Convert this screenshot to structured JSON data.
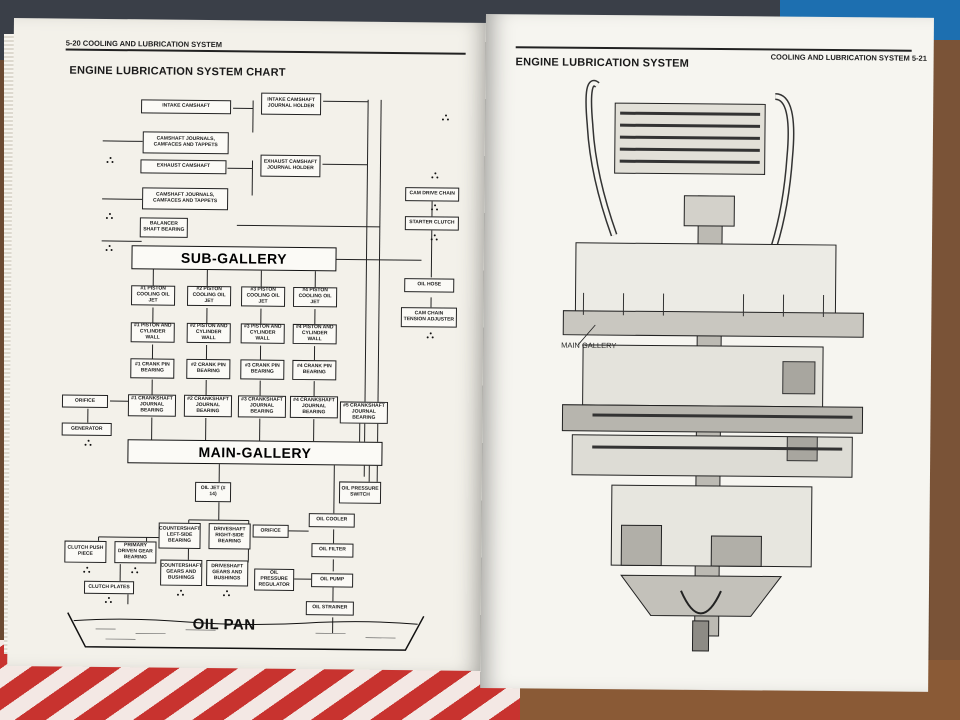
{
  "left_page": {
    "header": "5-20 COOLING AND LUBRICATION SYSTEM",
    "title": "ENGINE LUBRICATION SYSTEM CHART",
    "boxes": {
      "intake_camshaft": "INTAKE CAMSHAFT",
      "intake_holder": "INTAKE CAMSHAFT JOURNAL HOLDER",
      "cam_journals_1": "CAMSHAFT JOURNALS, CAMFACES AND TAPPETS",
      "exhaust_camshaft": "EXHAUST CAMSHAFT",
      "exhaust_holder": "EXHAUST CAMSHAFT JOURNAL HOLDER",
      "cam_journals_2": "CAMSHAFT JOURNALS, CAMFACES AND TAPPETS",
      "cam_drive_chain": "CAM DRIVE CHAIN",
      "starter_clutch": "STARTER CLUTCH",
      "balancer": "BALANCER SHAFT BEARING",
      "sub_gallery": "SUB-GALLERY",
      "oil_hose": "OIL HOSE",
      "cam_chain_adjuster": "CAM CHAIN TENSION ADJUSTER",
      "jet1": "#1 PISTON COOLING OIL JET",
      "jet2": "#2 PISTON COOLING OIL JET",
      "jet3": "#3 PISTON COOLING OIL JET",
      "jet4": "#4 PISTON COOLING OIL JET",
      "wall1": "#1 PISTON AND CYLINDER WALL",
      "wall2": "#2 PISTON AND CYLINDER WALL",
      "wall3": "#3 PISTON AND CYLINDER WALL",
      "wall4": "#4 PISTON AND CYLINDER WALL",
      "pin1": "#1 CRANK PIN BEARING",
      "pin2": "#2 CRANK PIN BEARING",
      "pin3": "#3 CRANK PIN BEARING",
      "pin4": "#4 CRANK PIN BEARING",
      "orifice_l": "ORIFICE",
      "generator": "GENERATOR",
      "crank1": "#1 CRANKSHAFT JOURNAL BEARING",
      "crank2": "#2 CRANKSHAFT JOURNAL BEARING",
      "crank3": "#3 CRANKSHAFT JOURNAL BEARING",
      "crank4": "#4 CRANKSHAFT JOURNAL BEARING",
      "crank5": "#5 CRANKSHAFT JOURNAL BEARING",
      "main_gallery": "MAIN-GALLERY",
      "oil_jet14": "OIL JET (# 14)",
      "pressure_switch": "OIL PRESSURE SWITCH",
      "countershaft_left": "COUNTERSHAFT LEFT-SIDE BEARING",
      "driveshaft_right": "DRIVESHAFT RIGHT-SIDE BEARING",
      "orifice_r": "ORIFICE",
      "oil_cooler": "OIL COOLER",
      "clutch_push": "CLUTCH PUSH PIECE",
      "primary_driven": "PRIMARY DRIVEN GEAR BEARING",
      "countershaft_gears": "COUNTERSHAFT GEARS AND BUSHINGS",
      "driveshaft_gears": "DRIVESHAFT GEARS AND BUSHINGS",
      "oil_filter": "OIL FILTER",
      "clutch_plates": "CLUTCH PLATES",
      "regulator": "OIL PRESSURE REGULATOR",
      "oil_pump": "OIL PUMP",
      "oil_strainer": "OIL STRAINER",
      "oil_pan": "OIL PAN"
    }
  },
  "right_page": {
    "header": "COOLING AND LUBRICATION SYSTEM 5-21",
    "title": "ENGINE LUBRICATION SYSTEM",
    "callout": "MAIN GALLERY"
  }
}
